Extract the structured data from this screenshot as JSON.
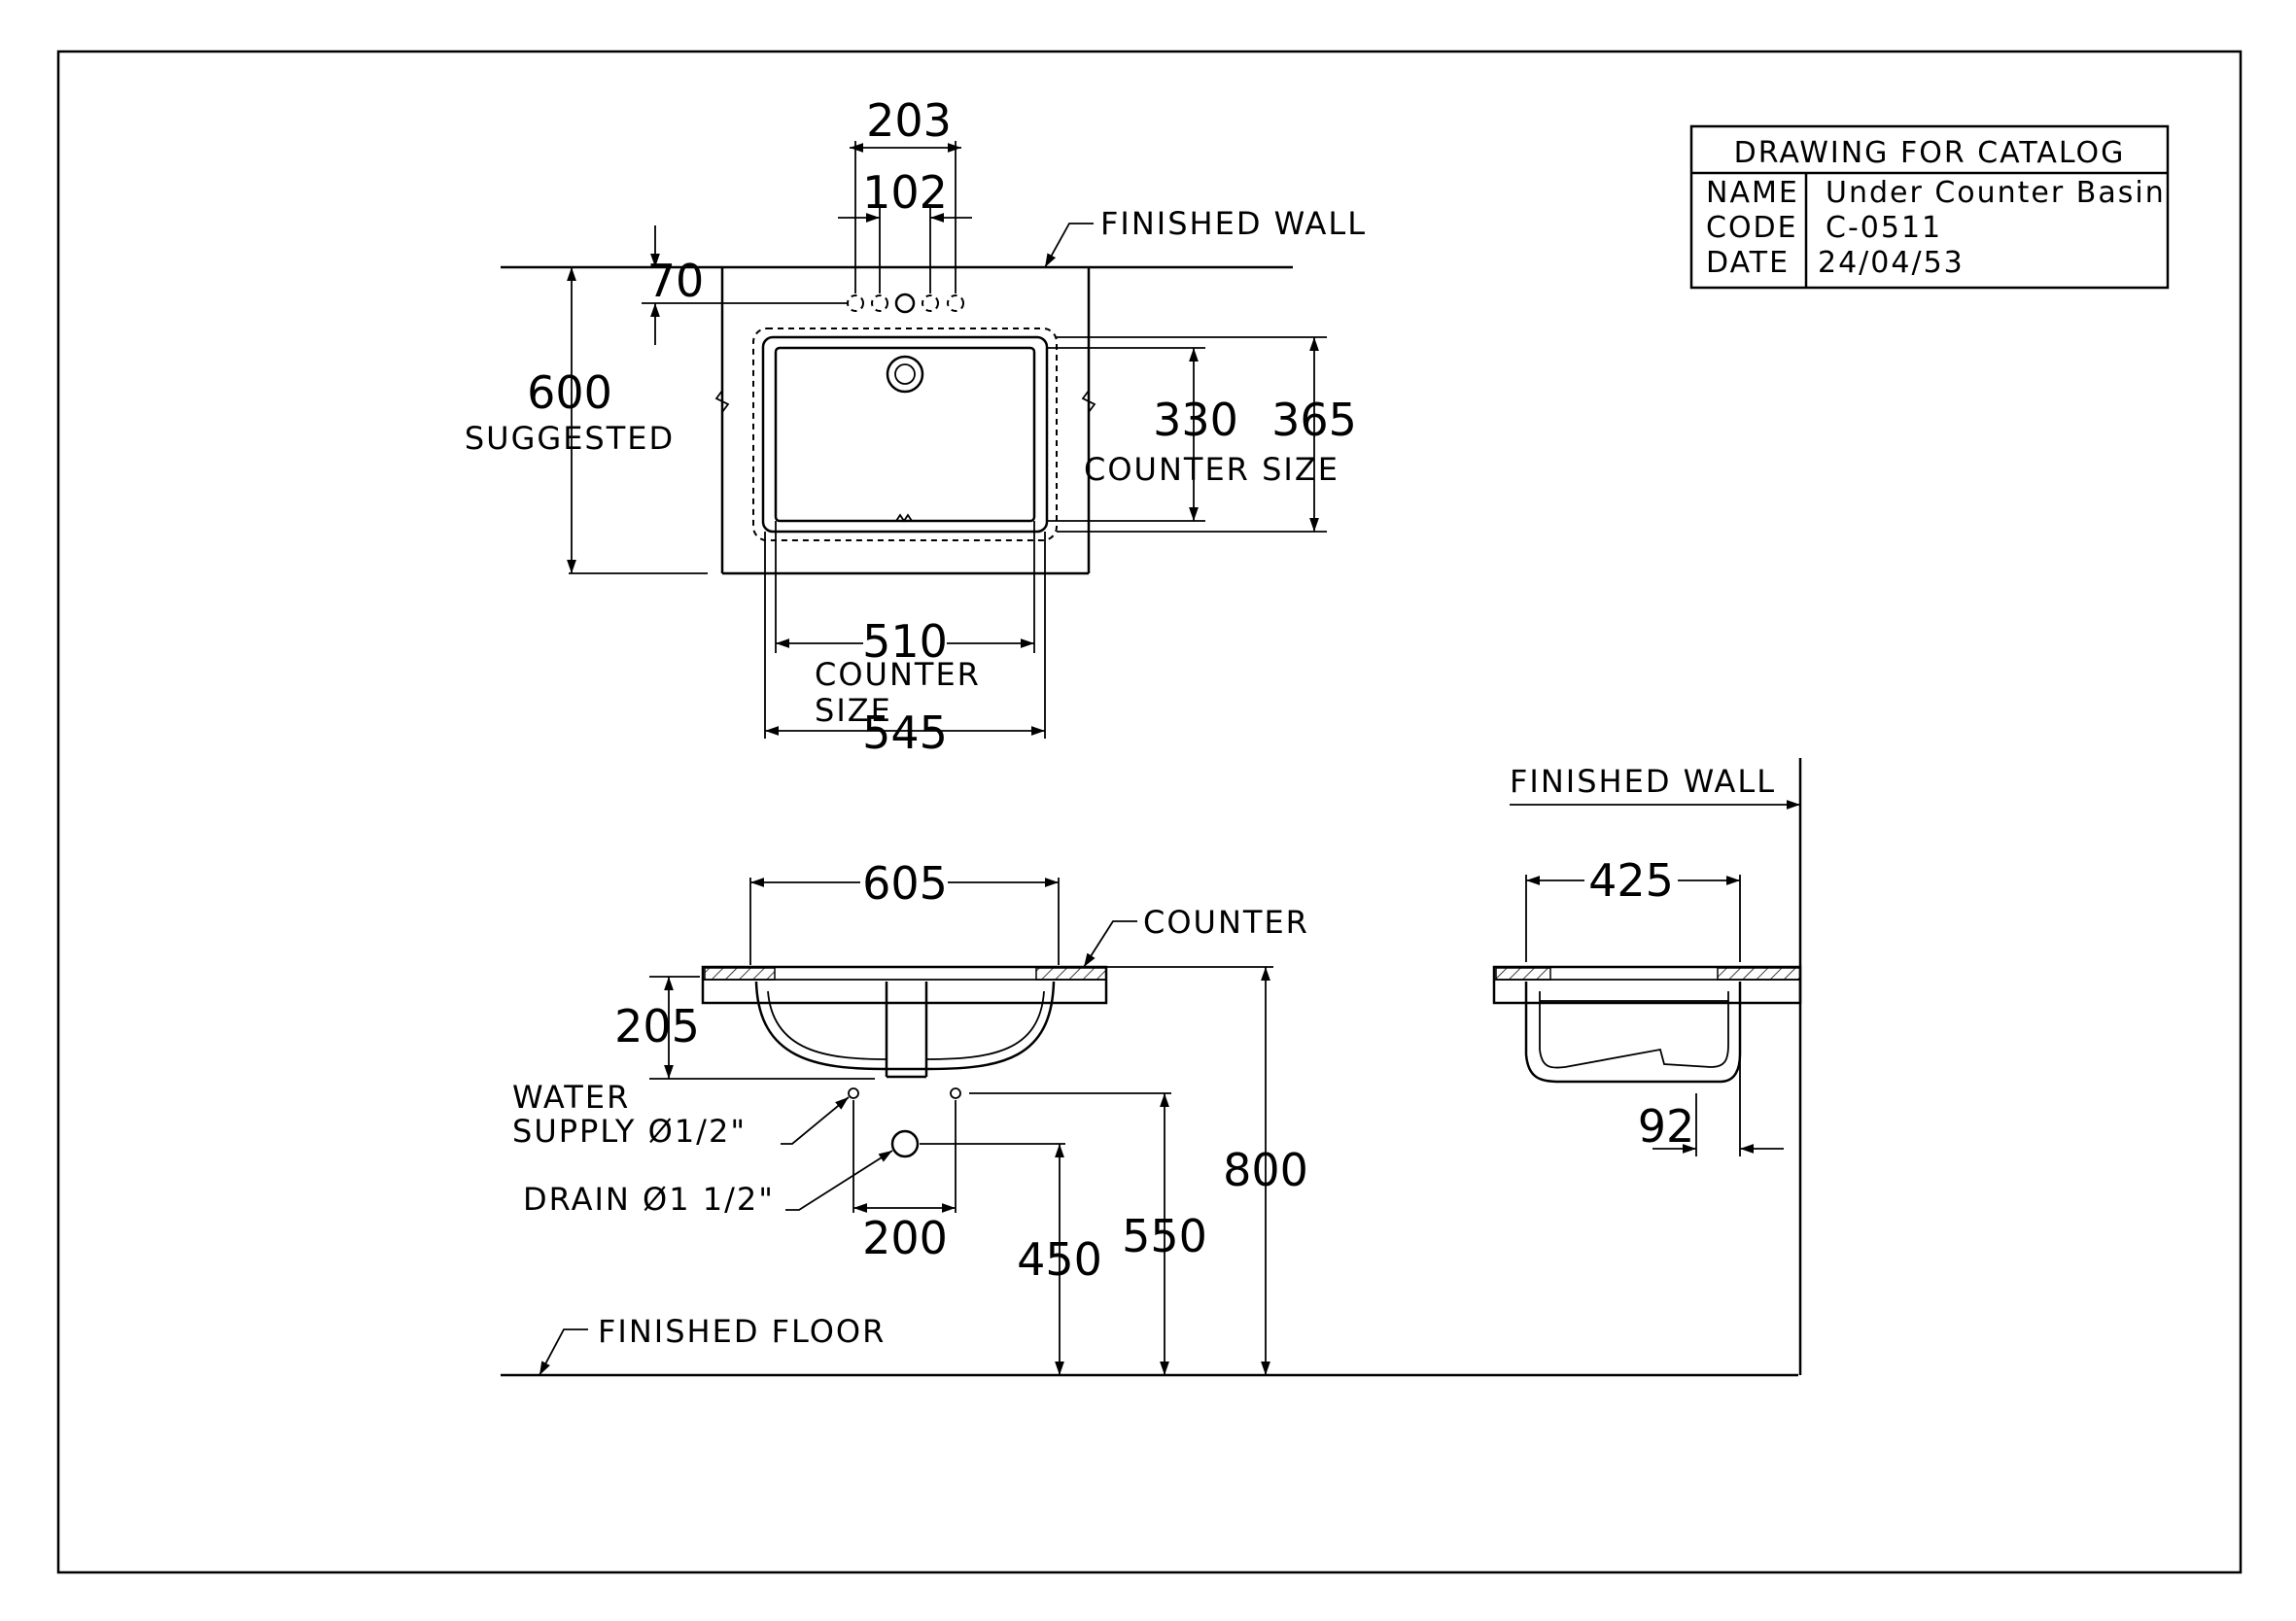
{
  "title_block": {
    "header": "DRAWING FOR CATALOG",
    "name_label": "NAME",
    "name_value": "Under Counter Basin",
    "code_label": "CODE",
    "code_value": "C-0511",
    "date_label": "DATE",
    "date_value": "24/04/53"
  },
  "plan_view": {
    "dim_203": "203",
    "dim_102": "102",
    "dim_70": "70",
    "finished_wall": "FINISHED WALL",
    "dim_600": "600",
    "suggested": "SUGGESTED",
    "dim_330": "330",
    "dim_365": "365",
    "counter_size_side": "COUNTER SIZE",
    "dim_510": "510",
    "counter_size_bottom_1": "COUNTER",
    "counter_size_bottom_2": "SIZE",
    "dim_545": "545"
  },
  "front_view": {
    "dim_605": "605",
    "counter": "COUNTER",
    "dim_205": "205",
    "water_supply_1": "WATER",
    "water_supply_2": "SUPPLY Ø1/2\"",
    "drain": "DRAIN Ø1 1/2\"",
    "dim_200": "200",
    "dim_450": "450",
    "dim_550": "550",
    "dim_800": "800",
    "finished_floor": "FINISHED FLOOR"
  },
  "side_view": {
    "finished_wall": "FINISHED WALL",
    "dim_425": "425",
    "dim_92": "92"
  }
}
